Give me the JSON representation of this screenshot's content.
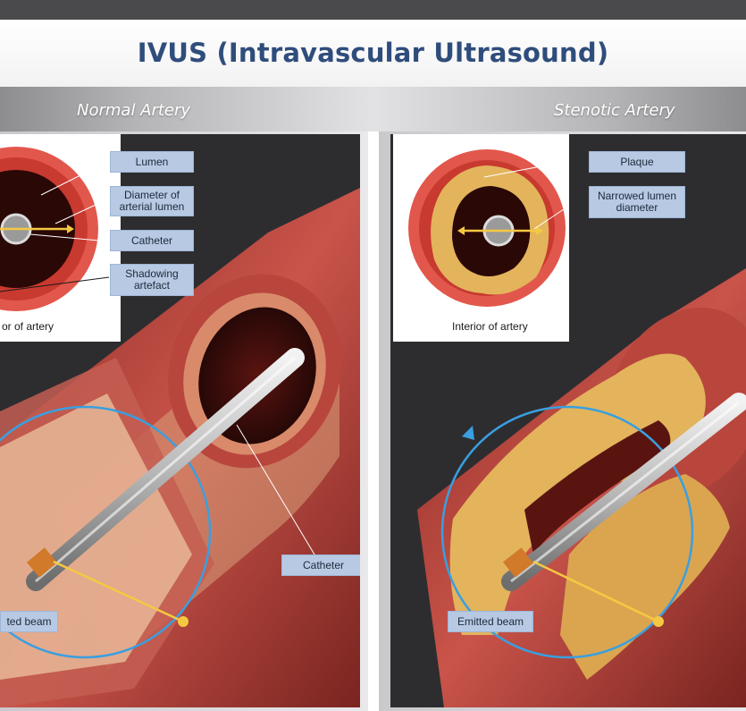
{
  "title": "IVUS (Intravascular Ultrasound)",
  "left": {
    "subtitle": "Normal Artery",
    "inset_caption": "or of artery",
    "labels": {
      "lumen": "Lumen",
      "diameter": "Diameter of arterial lumen",
      "catheter_inset": "Catheter",
      "shadowing": "Shadowing artefact",
      "catheter_main": "Catheter",
      "beam": "ted beam"
    }
  },
  "right": {
    "subtitle": "Stenotic Artery",
    "inset_caption": "Interior of artery",
    "labels": {
      "plaque": "Plaque",
      "narrowed": "Narrowed lumen diameter",
      "beam": "Emitted beam"
    }
  },
  "colors": {
    "title": "#2f4d7c",
    "label_bg": "#b7c9e3",
    "panel_bg": "#2d2d30",
    "beam_line": "#f5c842",
    "sweep_arc": "#3a9fe0",
    "artery_wall": "#b2423a",
    "plaque": "#e3b45c"
  }
}
